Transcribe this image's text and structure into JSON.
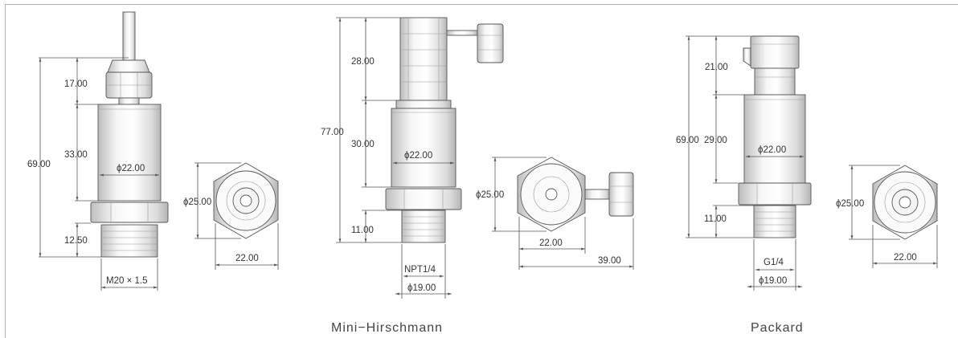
{
  "views": {
    "v1": {
      "dims": {
        "overall": "69.00",
        "top": "17.00",
        "body": "33.00",
        "dia_body": "ϕ22.00",
        "thread_len": "12.50",
        "thread": "M20 × 1.5",
        "hex_dia": "ϕ25.00",
        "hex_flat": "22.00"
      }
    },
    "v2": {
      "caption": "Mini−Hirschmann",
      "dims": {
        "overall": "77.00",
        "top": "28.00",
        "body": "30.00",
        "dia_body": "ϕ22.00",
        "thread_len": "11.00",
        "thread": "NPT1/4",
        "dia_bottom": "ϕ19.00",
        "hex_dia": "ϕ25.00",
        "hex_flat": "22.00",
        "width": "39.00"
      }
    },
    "v3": {
      "caption": "Packard",
      "dims": {
        "overall": "69.00",
        "top": "21.00",
        "body": "29.00",
        "dia_body": "ϕ22.00",
        "thread_len": "11.00",
        "thread": "G1/4",
        "dia_bottom": "ϕ19.00",
        "hex_dia": "ϕ25.00",
        "hex_flat": "22.00"
      }
    }
  },
  "colors": {
    "line": "#555555",
    "metal_light": "#f4f4f4",
    "metal_dark": "#bdbdbd"
  }
}
